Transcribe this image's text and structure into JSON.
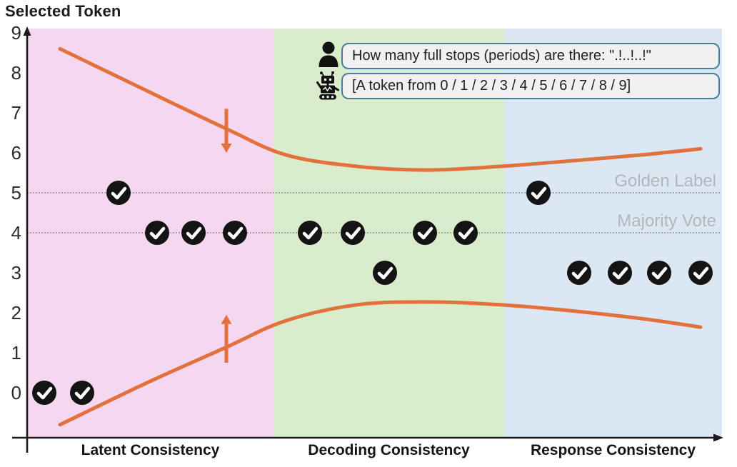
{
  "title": "Selected Token",
  "conversation": {
    "question": "How many full stops (periods) are there: \".!..!..!\"",
    "answer": "[A token from 0 / 1 / 2 / 3 / 4 / 5 / 6 / 7 / 8 / 9]",
    "question_icon": "person-icon",
    "answer_icon": "robot-icon",
    "box_border_color": "#47809f",
    "box_fill_color": "#f1f1f1"
  },
  "colors": {
    "curve_orange": "#e2713d",
    "axis_black": "#1a1a1a",
    "marker_fill": "#141414",
    "marker_check": "#ffffff",
    "reference_gray": "#a6a6a6",
    "reference_label_gray": "#b3b6ba"
  },
  "chart_data": {
    "type": "scatter",
    "title": "Selected Token",
    "ylabel": "Selected Token",
    "y_ticks": [
      0,
      1,
      2,
      3,
      4,
      5,
      6,
      7,
      8,
      9
    ],
    "ylim": [
      -1.2,
      9.3
    ],
    "grid": "reference lines only",
    "marker": {
      "shape": "circle-check",
      "fill": "#141414",
      "check_color": "#ffffff"
    },
    "reference_lines": [
      {
        "label": "Golden Label",
        "token": 5
      },
      {
        "label": "Majority Vote",
        "token": 4
      }
    ],
    "regions": [
      {
        "label": "Latent Consistency",
        "color": "#f5d7ef",
        "x_start": 38,
        "x_end": 383,
        "points": [
          {
            "x": 62,
            "token": 0
          },
          {
            "x": 115,
            "token": 0
          },
          {
            "x": 166,
            "token": 5
          },
          {
            "x": 220,
            "token": 4
          },
          {
            "x": 271,
            "token": 4
          },
          {
            "x": 329,
            "token": 4
          }
        ]
      },
      {
        "label": "Decoding Consistency",
        "color": "#d9edcc",
        "x_start": 383,
        "x_end": 706,
        "points": [
          {
            "x": 434,
            "token": 4
          },
          {
            "x": 494,
            "token": 4
          },
          {
            "x": 539,
            "token": 3
          },
          {
            "x": 595,
            "token": 4
          },
          {
            "x": 652,
            "token": 4
          }
        ]
      },
      {
        "label": "Response Consistency",
        "color": "#dbe7f3",
        "x_start": 706,
        "x_end": 1011,
        "points": [
          {
            "x": 754,
            "token": 5
          },
          {
            "x": 811,
            "token": 3
          },
          {
            "x": 868,
            "token": 3
          },
          {
            "x": 923,
            "token": 3
          },
          {
            "x": 981,
            "token": 3
          }
        ]
      }
    ],
    "curves": [
      {
        "name": "upper-bound",
        "color": "#e2713d",
        "points": [
          [
            84,
            8.6
          ],
          [
            200,
            7.6
          ],
          [
            317,
            6.6
          ],
          [
            400,
            5.95
          ],
          [
            500,
            5.66
          ],
          [
            600,
            5.57
          ],
          [
            700,
            5.66
          ],
          [
            800,
            5.8
          ],
          [
            900,
            5.95
          ],
          [
            981,
            6.1
          ]
        ]
      },
      {
        "name": "lower-bound",
        "color": "#e2713d",
        "points": [
          [
            84,
            -0.8
          ],
          [
            200,
            0.2
          ],
          [
            317,
            1.14
          ],
          [
            400,
            1.8
          ],
          [
            500,
            2.2
          ],
          [
            600,
            2.27
          ],
          [
            700,
            2.2
          ],
          [
            800,
            2.05
          ],
          [
            900,
            1.85
          ],
          [
            981,
            1.64
          ]
        ]
      }
    ],
    "arrows": [
      {
        "direction": "down",
        "x": 317,
        "from_token": 7.1,
        "to_token": 6.0,
        "color": "#e2713d"
      },
      {
        "direction": "up",
        "x": 317,
        "from_token": 0.75,
        "to_token": 1.95,
        "color": "#e2713d"
      }
    ]
  }
}
